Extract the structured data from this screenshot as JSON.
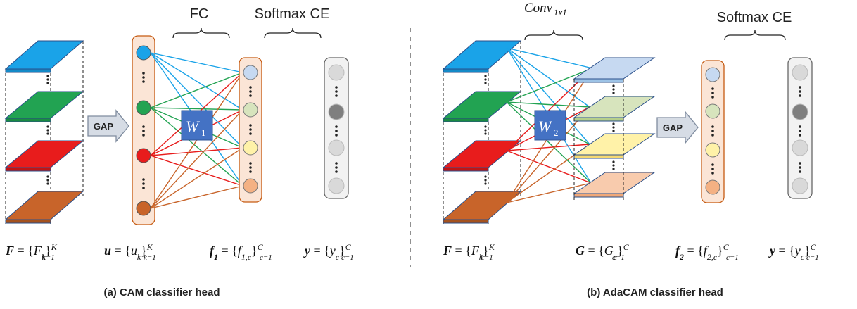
{
  "panel_a": {
    "fc_label": "FC",
    "softmax_label": "Softmax CE",
    "gap_label": "GAP",
    "weight_label": "W",
    "weight_sub": "1",
    "eq_F": "F = {F_k}_{k=1}^K",
    "eq_u": "u = {u_k}_{k=1}^K",
    "eq_f1": "f_1 = {f_{1,c}}_{c=1}^C",
    "eq_y": "y = {y_c}_{c=1}^C",
    "caption": "(a) CAM classifier head"
  },
  "panel_b": {
    "conv_label": "Conv",
    "conv_sub": "1x1",
    "softmax_label": "Softmax CE",
    "gap_label": "GAP",
    "weight_label": "W",
    "weight_sub": "2",
    "eq_F": "F = {F_k}_{k=1}^K",
    "eq_G": "G = {G_c}_{c=1}^C",
    "eq_f2": "f_2 = {f_{2,c}}_{c=1}^C",
    "eq_y": "y = {y_c}_{c=1}^C",
    "caption": "(b) AdaCAM classifier head"
  },
  "colors": {
    "blue": "#1aa3e8",
    "green": "#22a352",
    "red": "#e81c1c",
    "orange": "#c8642a",
    "weight_box": "#4472c4",
    "vector_bg": "#fbe5d6",
    "vector_border": "#c55a11"
  }
}
